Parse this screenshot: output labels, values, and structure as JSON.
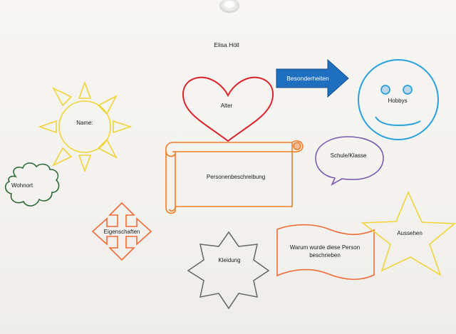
{
  "poster": {
    "title": "Elisa Höll",
    "labels": {
      "arrow": "Besonderheiten",
      "smiley": "Hobbys",
      "heart": "Alter",
      "sun": "Name:",
      "speech": "Schule/Klasse",
      "scroll": "Personenbeschreibung",
      "cloud": "Wohnort",
      "cross_arrows": "Eigenschaften",
      "star8": "Kleidung",
      "wave_line1": "Warum wurde diese Person",
      "wave_line2": "beschrieben",
      "star5": "Aussehen"
    },
    "colors": {
      "arrow": "#1f6fc0",
      "smiley": "#2aa0dc",
      "heart": "#d8232a",
      "sun": "#f0d43a",
      "speech": "#7a5bb0",
      "scroll": "#ef7d2a",
      "cloud": "#2f6b3a",
      "cross_arrows": "#f06b35",
      "star8": "#6b6b6b",
      "wave": "#f06b35",
      "star5": "#f0d43a"
    }
  }
}
